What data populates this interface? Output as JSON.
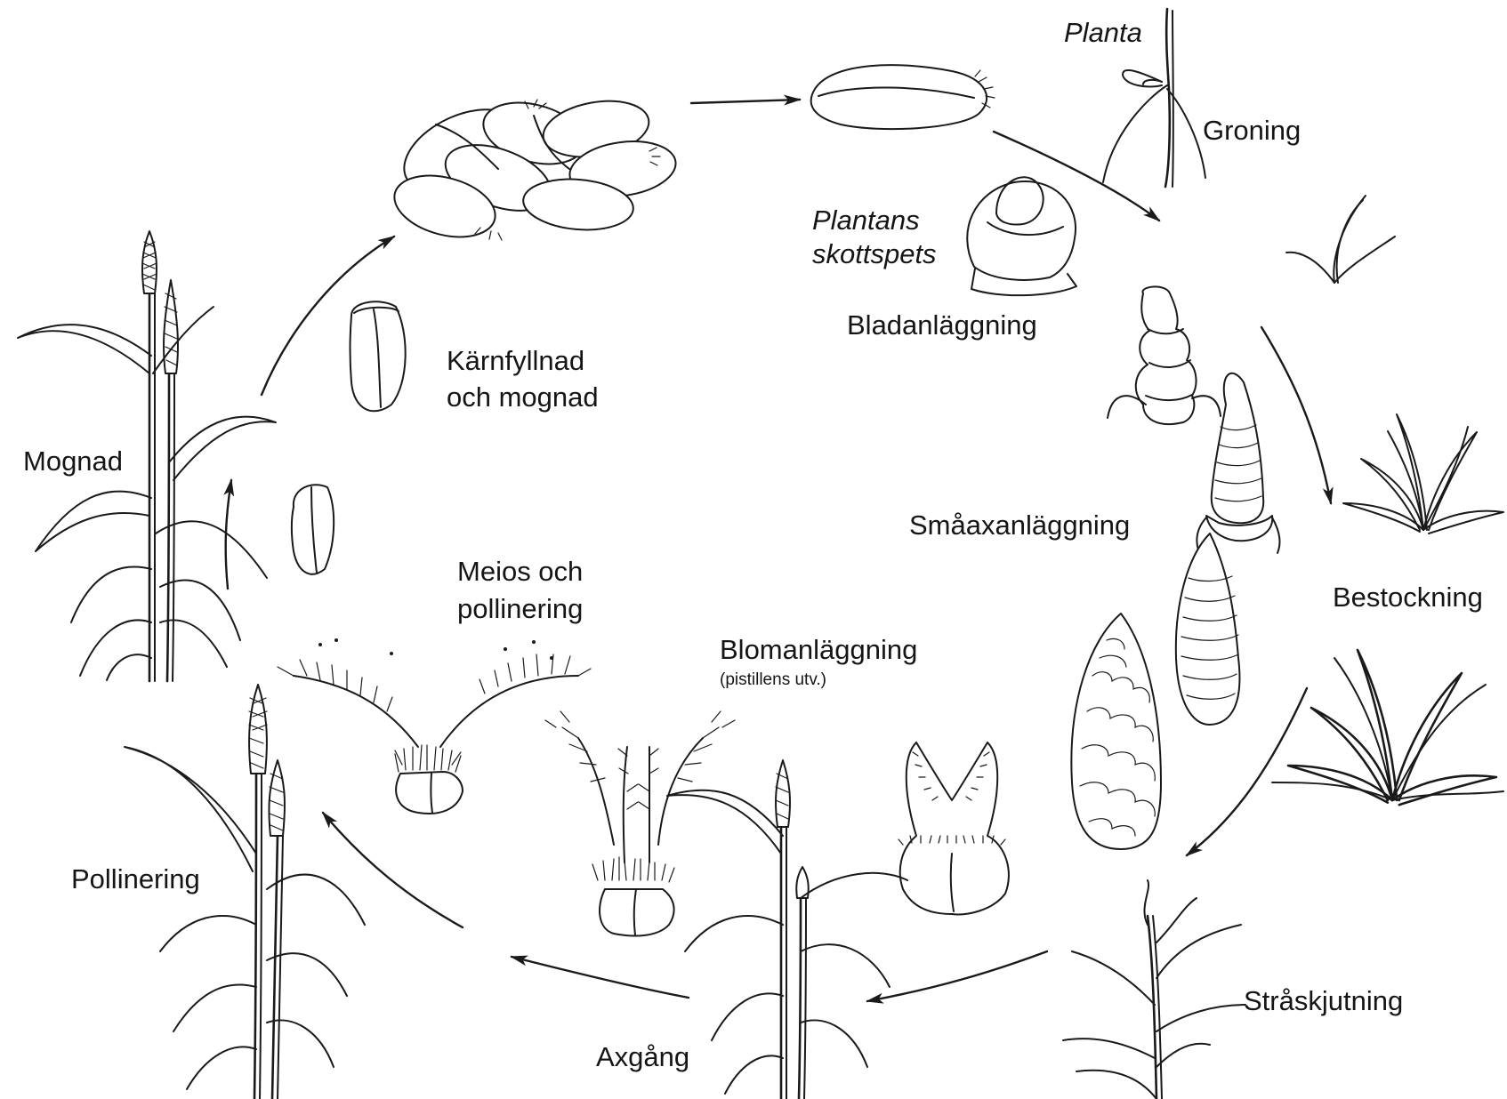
{
  "labels": {
    "planta": "Planta",
    "groning": "Groning",
    "plantans": "Plantans",
    "skottspets": "skottspets",
    "bladanlaggning": "Bladanläggning",
    "karnfyllnad": "Kärnfyllnad",
    "och_mognad": "och mognad",
    "mognad": "Mognad",
    "smaaxanlaggning": "Småaxanläggning",
    "bestockning": "Bestockning",
    "meios_och": "Meios och",
    "pollinering_sub": "pollinering",
    "blomanlaggning": "Blomanläggning",
    "pistillens": "(pistillens utv.)",
    "pollinering": "Pollinering",
    "straskjutning": "Stråskjutning",
    "axgang": "Axgång"
  }
}
